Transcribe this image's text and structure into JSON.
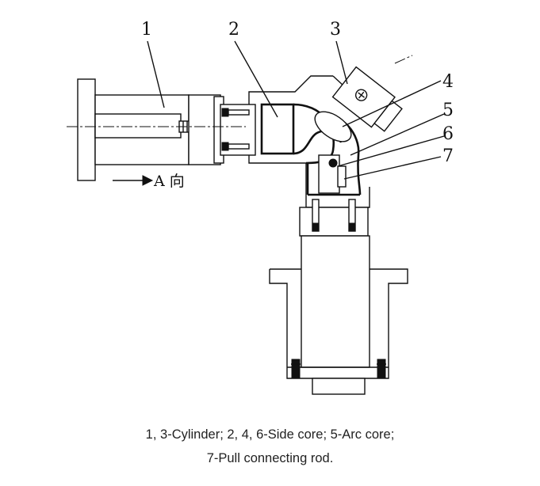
{
  "labels": {
    "l1": "1",
    "l2": "2",
    "l3": "3",
    "l4": "4",
    "l5": "5",
    "l6": "6",
    "l7": "7"
  },
  "direction_label": "A 向",
  "caption": {
    "line1": "1, 3-Cylinder;     2, 4, 6-Side core;     5-Arc core;",
    "line2": "7-Pull connecting rod."
  }
}
